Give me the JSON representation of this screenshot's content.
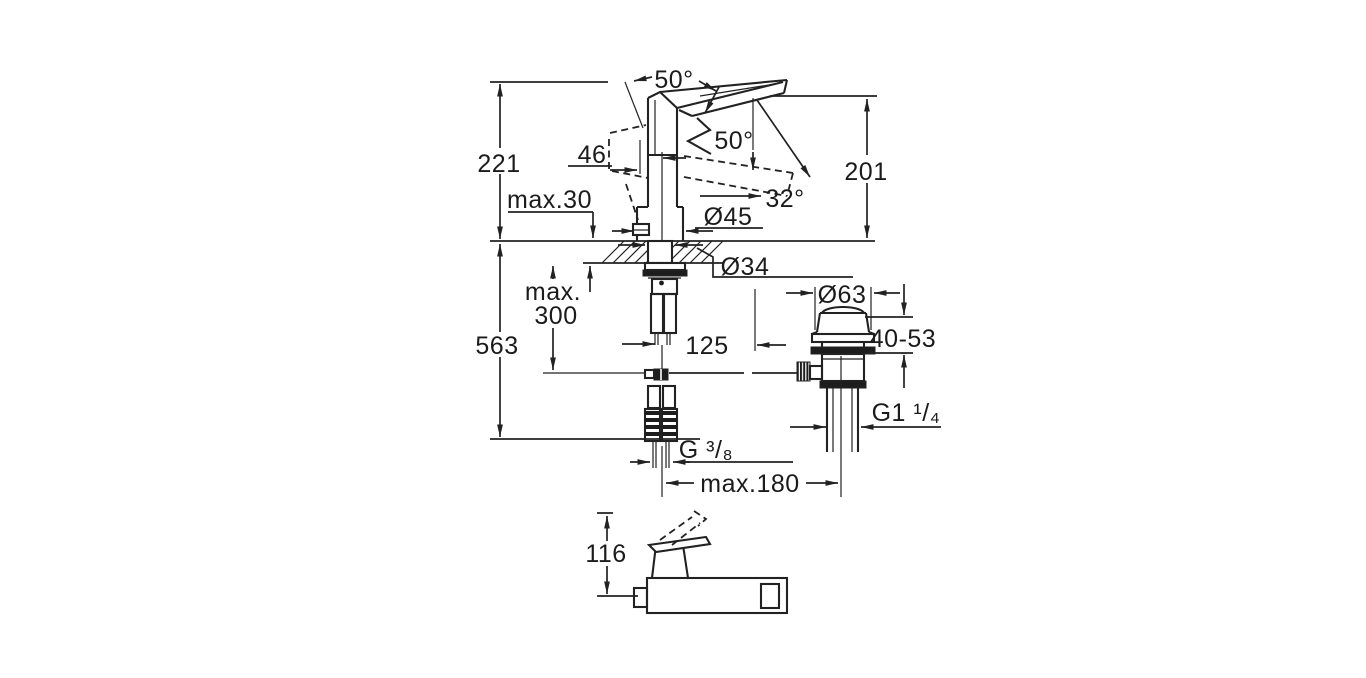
{
  "drawing": {
    "type": "technical-dimension-diagram",
    "subject": "single-lever basin mixer faucet with pop-up waste, installation dimensions",
    "units": "mm",
    "colors": {
      "line": "#222222",
      "background": "#ffffff"
    },
    "labels": {
      "angle_spout_top": "50°",
      "angle_lever_open": "50°",
      "angle_lever_down": "32°",
      "lever_offset": "46",
      "height_total": "221",
      "height_spout_tip": "201",
      "max_deck_thickness": "max.30",
      "base_diameter": "Ø45",
      "hole_diameter": "Ø34",
      "max_hose_length_line1": "max.",
      "max_hose_length_line2": "300",
      "depth_below_deck": "563",
      "rod_length": "125",
      "waste_flange_diameter": "Ø63",
      "waste_adjust_range": "40-53",
      "waste_thread": "G1 ¹/₄",
      "supply_thread": "G ³/₈",
      "max_rod_reach": "max.180",
      "plan_view_height": "116"
    }
  }
}
